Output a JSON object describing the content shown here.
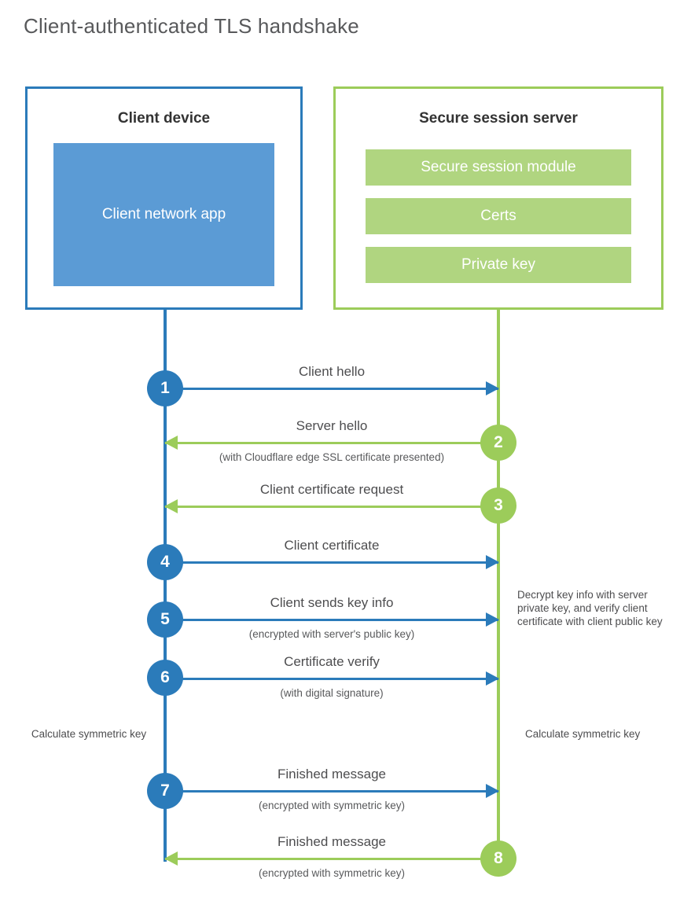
{
  "title": "Client-authenticated TLS handshake",
  "colors": {
    "client_blue": "#2b7bba",
    "client_fill": "#5b9bd5",
    "server_green": "#9ccc5a",
    "server_fill": "#b0d580",
    "text_gray": "#4d4d4f",
    "title_gray": "#58595b"
  },
  "parties": {
    "client": {
      "title": "Client device",
      "blocks": [
        "Client network app"
      ]
    },
    "server": {
      "title": "Secure session server",
      "blocks": [
        "Secure session module",
        "Certs",
        "Private key"
      ]
    }
  },
  "steps": [
    {
      "number": "1",
      "label": "Client hello",
      "sublabel": "",
      "direction": "client-to-server",
      "color": "blue"
    },
    {
      "number": "2",
      "label": "Server hello",
      "sublabel": "(with Cloudflare edge SSL certificate presented)",
      "direction": "server-to-client",
      "color": "green"
    },
    {
      "number": "3",
      "label": "Client certificate request",
      "sublabel": "",
      "direction": "server-to-client",
      "color": "green"
    },
    {
      "number": "4",
      "label": "Client certificate",
      "sublabel": "",
      "direction": "client-to-server",
      "color": "blue"
    },
    {
      "number": "5",
      "label": "Client sends key info",
      "sublabel": "(encrypted with server's public key)",
      "direction": "client-to-server",
      "color": "blue"
    },
    {
      "number": "6",
      "label": "Certificate verify",
      "sublabel": "(with digital signature)",
      "direction": "client-to-server",
      "color": "blue"
    },
    {
      "number": "7",
      "label": "Finished message",
      "sublabel": "(encrypted with symmetric key)",
      "direction": "client-to-server",
      "color": "blue"
    },
    {
      "number": "8",
      "label": "Finished message",
      "sublabel": "(encrypted with symmetric key)",
      "direction": "server-to-client",
      "color": "green"
    }
  ],
  "annotations": {
    "decrypt_note": "Decrypt key info with server private key, and verify client certificate with client public key",
    "client_calculate": "Calculate symmetric key",
    "server_calculate": "Calculate symmetric key"
  }
}
